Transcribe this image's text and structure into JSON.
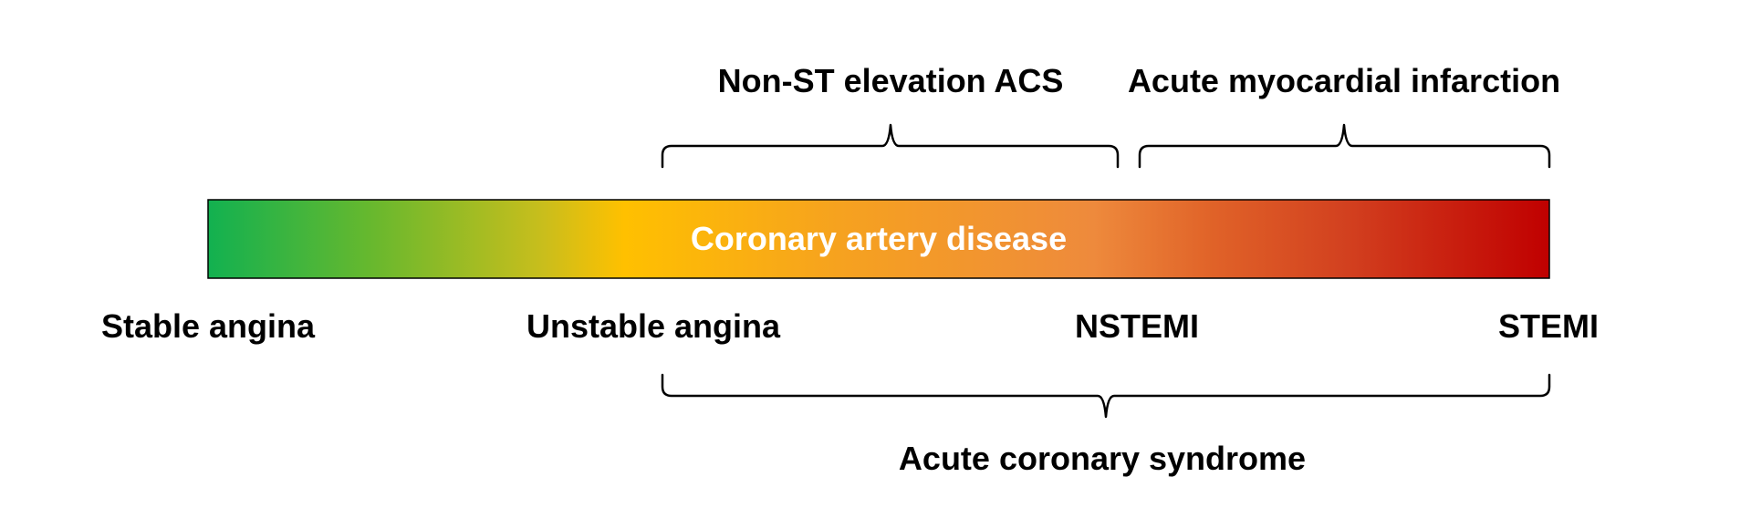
{
  "title_bar": {
    "label": "Coronary artery disease",
    "gradient_colors": [
      "#12b150",
      "#66b82e",
      "#c9be1c",
      "#ffc000",
      "#f6a21f",
      "#ee8a3c",
      "#e06228",
      "#d2401f",
      "#c00000"
    ],
    "border_color": "#000000"
  },
  "stages": [
    {
      "label": "Stable angina"
    },
    {
      "label": "Unstable angina"
    },
    {
      "label": "NSTEMI"
    },
    {
      "label": "STEMI"
    }
  ],
  "groups": {
    "non_st_elevation_acs": "Non-ST elevation ACS",
    "acute_myocardial_infarction": "Acute myocardial infarction",
    "acute_coronary_syndrome": "Acute coronary syndrome"
  }
}
